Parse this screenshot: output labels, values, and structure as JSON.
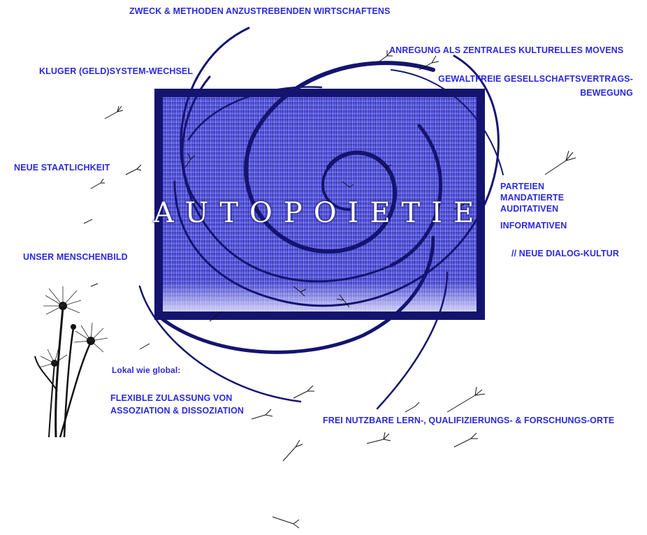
{
  "title": "AUTOPOIETIE",
  "labels": {
    "top": "ZWECK & METHODEN ANZUSTREBENDEN WIRTSCHAFTENS",
    "anregung": "ANREGUNG ALS ZENTRALES KULTURELLES MOVENS",
    "gewaltfrei": "GEWALTFREIE GESELLSCHAFTSVERTRAGS-",
    "bewegung": "BEWEGUNG",
    "kluger": "KLUGER (GELD)SYSTEM-WECHSEL",
    "staat": "NEUE STAATLICHKEIT",
    "parteien": "PARTEIEN",
    "mandatierte": "MANDATIERTE",
    "auditativen": "AUDITATIVEN",
    "informativen": "INFORMATIVEN",
    "dialog": "// NEUE DIALOG-KULTUR",
    "menschenbild": "UNSER MENSCHENBILD",
    "lokal": "Lokal wie global:",
    "flexible": "FLEXIBLE ZULASSUNG VON",
    "assoziation": "ASSOZIATION & DISSOZIATION",
    "frei": "FREI NUTZBARE LERN-, QUALIFIZIERUNGS- & FORSCHUNGS-ORTE"
  },
  "colors": {
    "label_text": "#2a2ad8",
    "spiral": "#141470",
    "frame": "#14146e",
    "dandelion": "#111111"
  }
}
